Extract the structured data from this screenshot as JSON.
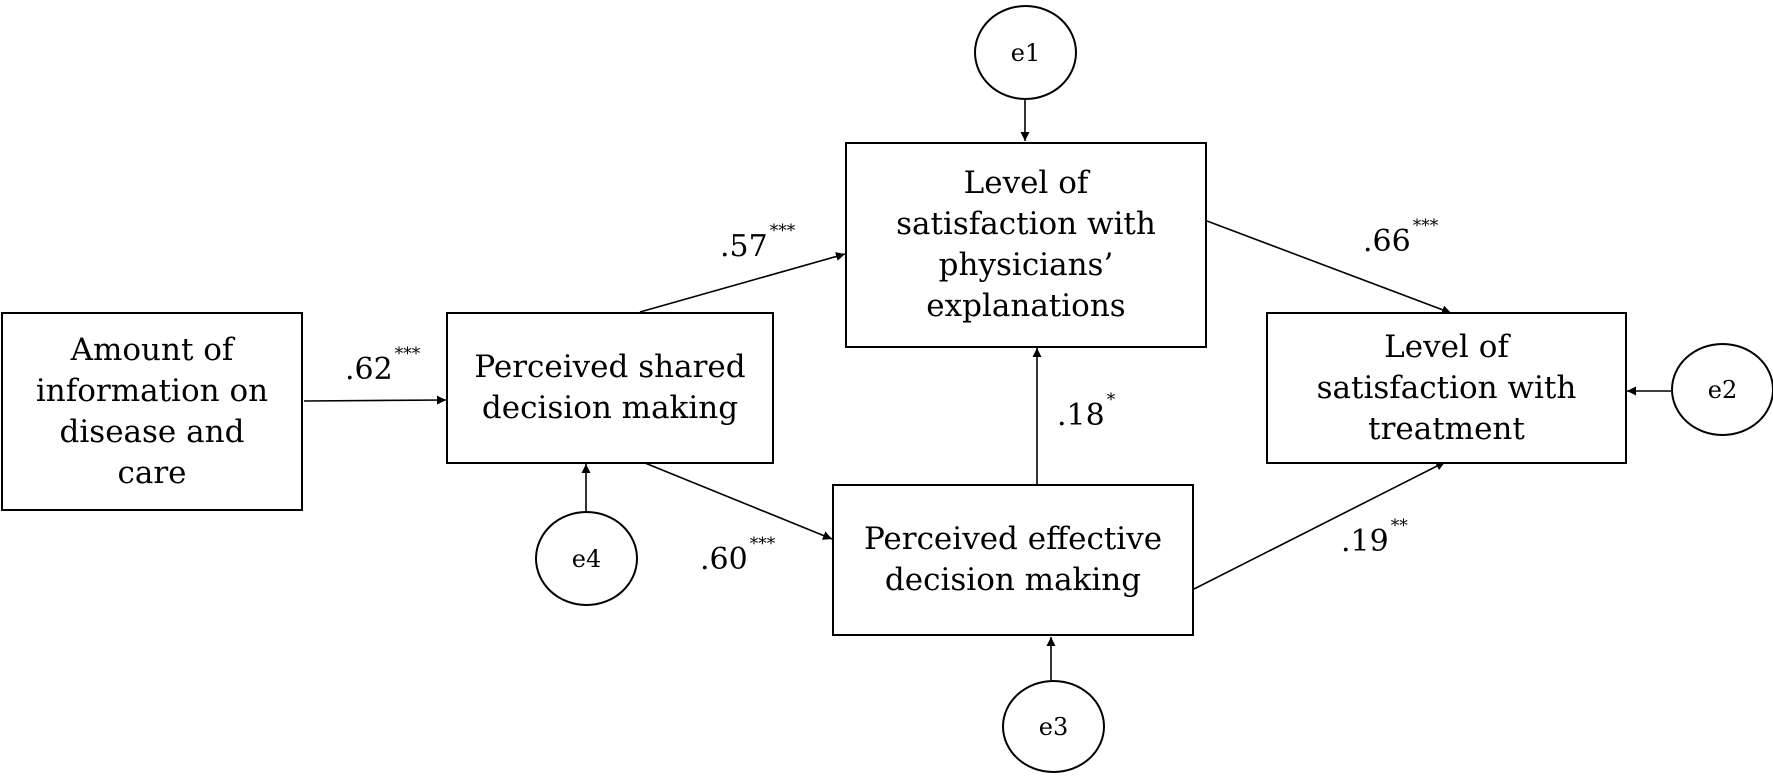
{
  "nodes": {
    "info": "Amount of\ninformation on\ndisease and\ncare",
    "shared": "Perceived shared\ndecision making",
    "explain": "Level of\nsatisfaction with\nphysicians’\nexplanations",
    "effective": "Perceived effective\ndecision making",
    "treatment": "Level of\nsatisfaction with\ntreatment"
  },
  "errors": {
    "e1": "e1",
    "e2": "e2",
    "e3": "e3",
    "e4": "e4"
  },
  "paths": [
    {
      "from": "info",
      "to": "shared",
      "value": ".62",
      "sig": "***"
    },
    {
      "from": "shared",
      "to": "explain",
      "value": ".57",
      "sig": "***"
    },
    {
      "from": "shared",
      "to": "effective",
      "value": ".60",
      "sig": "***"
    },
    {
      "from": "effective",
      "to": "explain",
      "value": ".18",
      "sig": "*"
    },
    {
      "from": "explain",
      "to": "treatment",
      "value": ".66",
      "sig": "***"
    },
    {
      "from": "effective",
      "to": "treatment",
      "value": ".19",
      "sig": "**"
    }
  ]
}
